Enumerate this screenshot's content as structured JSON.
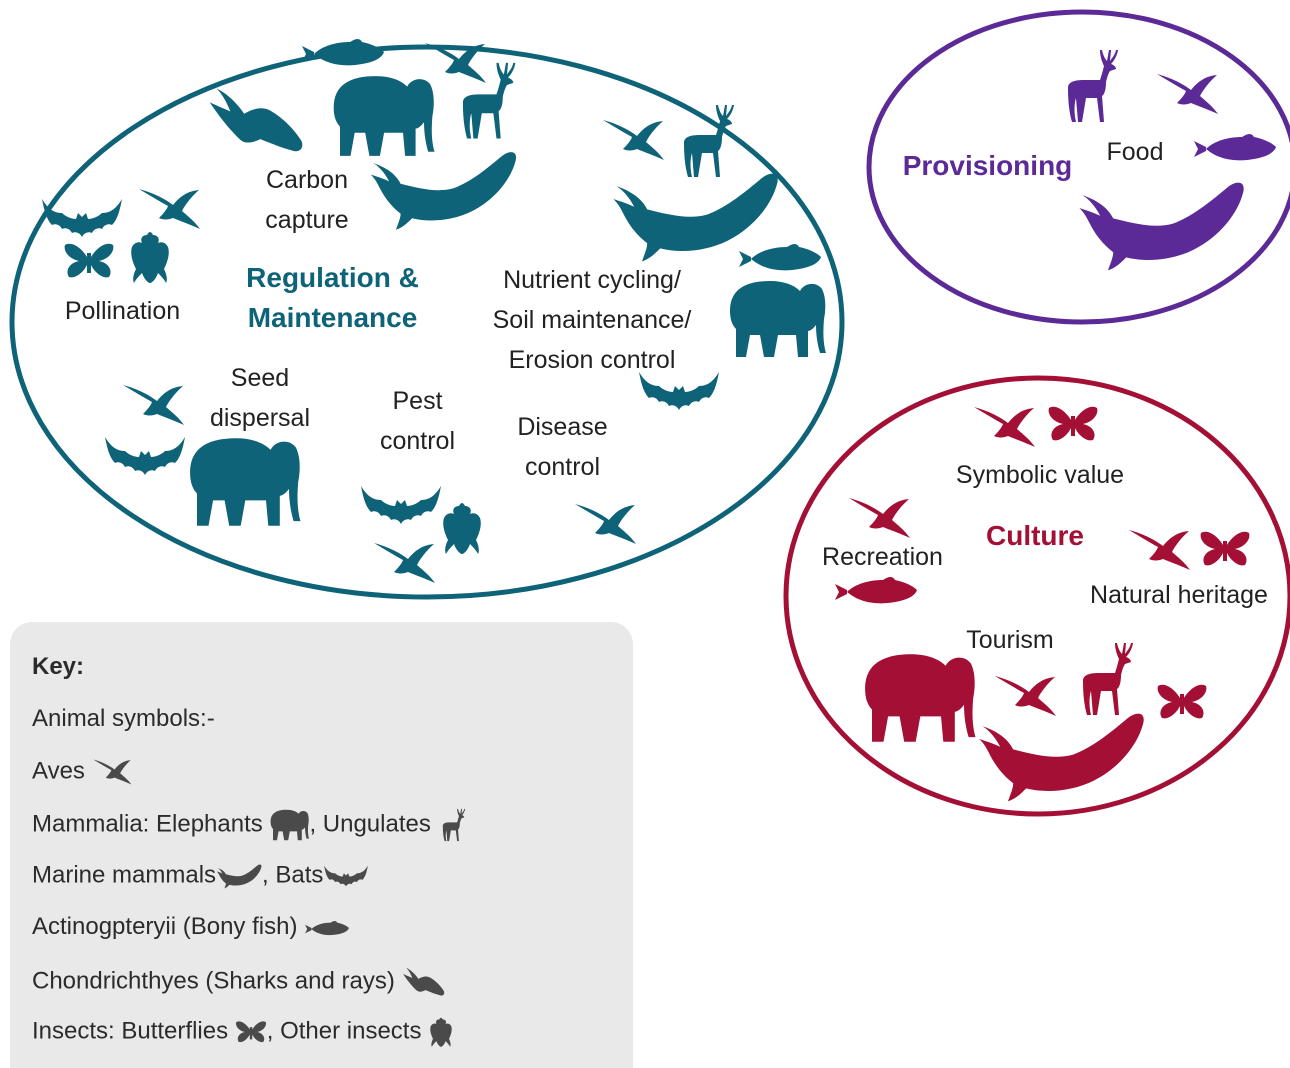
{
  "colors": {
    "regulation": "#0e6378",
    "provisioning": "#5b2a96",
    "culture": "#a30f35",
    "key_icon": "#4a4a4a",
    "key_bg": "#e9e9ea",
    "text": "#222222"
  },
  "regulation": {
    "title_line1": "Regulation &",
    "title_line2": "Maintenance",
    "services": {
      "carbon_1": "Carbon",
      "carbon_2": "capture",
      "pollination": "Pollination",
      "nutrient_1": "Nutrient cycling/",
      "nutrient_2": "Soil maintenance/",
      "nutrient_3": "Erosion control",
      "seed_1": "Seed",
      "seed_2": "dispersal",
      "pest_1": "Pest",
      "pest_2": "control",
      "disease_1": "Disease",
      "disease_2": "control"
    }
  },
  "provisioning": {
    "title": "Provisioning",
    "services": {
      "food": "Food"
    }
  },
  "culture": {
    "title": "Culture",
    "services": {
      "symbolic": "Symbolic value",
      "recreation": "Recreation",
      "heritage": "Natural heritage",
      "tourism": "Tourism"
    }
  },
  "key": {
    "title": "Key:",
    "subtitle": "Animal symbols:-",
    "aves": "Aves",
    "mammalia": "Mammalia: Elephants",
    "ungulates": ", Ungulates",
    "marine": "Marine mammals",
    "bats": ", Bats",
    "fish": "Actinogpteryii (Bony fish)",
    "sharks": "Chondrichthyes (Sharks and rays)",
    "butterflies": "Insects: Butterflies",
    "insects": ", Other insects"
  }
}
